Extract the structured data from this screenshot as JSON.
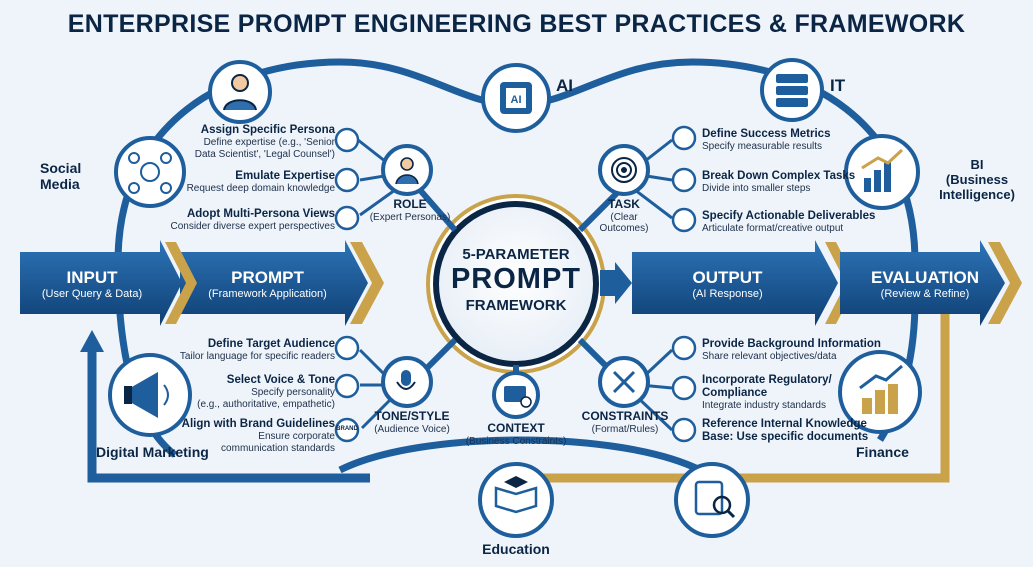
{
  "title": "ENTERPRISE PROMPT ENGINEERING BEST PRACTICES & FRAMEWORK",
  "center": {
    "line1": "5-PARAMETER",
    "line2": "PROMPT",
    "line3": "FRAMEWORK"
  },
  "flow": {
    "input": {
      "title": "INPUT",
      "sub": "(User Query & Data)"
    },
    "prompt": {
      "title": "PROMPT",
      "sub": "(Framework Application)"
    },
    "output": {
      "title": "OUTPUT",
      "sub": "(AI Response)"
    },
    "evaluation": {
      "title": "EVALUATION",
      "sub": "(Review & Refine)"
    }
  },
  "departments": {
    "ai": "AI",
    "it": "IT",
    "social_media": "Social\nMedia",
    "bi": "BI\n(Business\nIntelligence)",
    "digital_marketing": "Digital Marketing",
    "finance": "Finance",
    "education": "Education"
  },
  "parameters": {
    "role": {
      "title": "ROLE",
      "sub": "(Expert Personas)"
    },
    "task": {
      "title": "TASK",
      "sub": "(Clear\nOutcomes)"
    },
    "tone": {
      "title": "TONE/STYLE",
      "sub": "(Audience Voice)"
    },
    "context": {
      "title": "CONTEXT",
      "sub": "(Business Constraints)"
    },
    "constraints": {
      "title": "CONSTRAINTS",
      "sub": "(Format/Rules)"
    }
  },
  "role_items": [
    {
      "title": "Assign Specific Persona",
      "sub": "Define expertise (e.g., 'Senior\nData Scientist', 'Legal Counsel')",
      "icon": "doctor-icon"
    },
    {
      "title": "Emulate Expertise",
      "sub": "Request deep domain knowledge",
      "icon": "brain-icon"
    },
    {
      "title": "Adopt Multi-Persona Views",
      "sub": "Consider diverse expert perspectives",
      "icon": "group-icon"
    }
  ],
  "task_items": [
    {
      "title": "Define Success Metrics",
      "sub": "Specify measurable results",
      "icon": "target-icon"
    },
    {
      "title": "Break Down Complex Tasks",
      "sub": "Divide into smaller steps",
      "icon": "checklist-icon"
    },
    {
      "title": "Specify Actionable Deliverables",
      "sub": "Articulate format/creative output",
      "icon": "document-icon"
    }
  ],
  "tone_items": [
    {
      "title": "Define Target Audience",
      "sub": "Tailor language for specific readers",
      "icon": "microphone-icon"
    },
    {
      "title": "Select Voice & Tone",
      "sub": "Specify personality\n(e.g., authoritative, empathetic)",
      "icon": "palette-icon"
    },
    {
      "title": "Align with Brand Guidelines",
      "sub": "Ensure corporate\ncommunication standards",
      "icon": "brand-icon",
      "badge": "BRAND"
    }
  ],
  "constraint_items": [
    {
      "title": "Provide Background Information",
      "sub": "Share relevant objectives/data",
      "icon": "document-icon"
    },
    {
      "title": "Incorporate Regulatory/\nCompliance",
      "sub": "Integrate industry standards",
      "icon": "shield-icon"
    },
    {
      "title": "Reference Internal Knowledge\nBase: Use specific documents",
      "sub": "",
      "icon": "cloud-icon"
    }
  ],
  "colors": {
    "navy": "#0b2545",
    "blue": "#1d5d99",
    "gold": "#c9a24a",
    "ring": "#2f6fae"
  }
}
